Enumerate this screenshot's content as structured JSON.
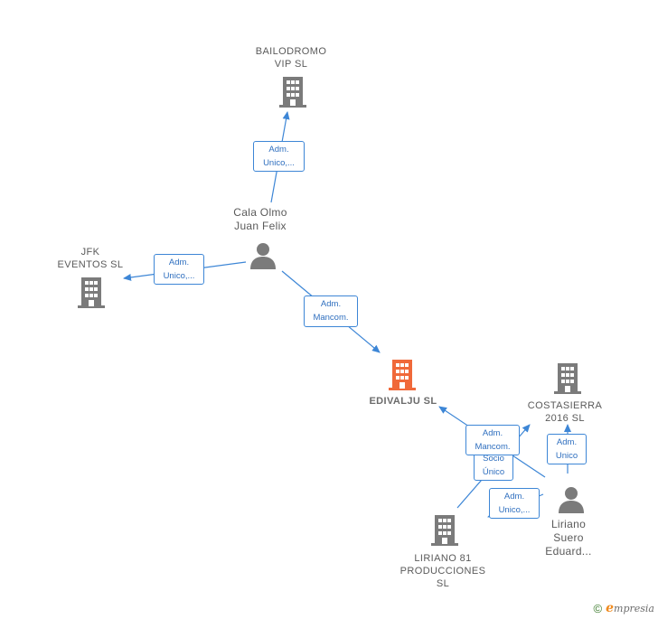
{
  "nodes": {
    "bailodromo": {
      "label": "BAILODROMO\nVIP  SL",
      "icon": "building-icon",
      "color": "#7b7b7b"
    },
    "jfk": {
      "label": "JFK\nEVENTOS  SL",
      "icon": "building-icon",
      "color": "#7b7b7b"
    },
    "edivalju": {
      "label": "EDIVALJU  SL",
      "icon": "building-icon",
      "color": "#f0693a"
    },
    "costasierra": {
      "label": "COSTASIERRA\n2016  SL",
      "icon": "building-icon",
      "color": "#7b7b7b"
    },
    "liriano81": {
      "label": "LIRIANO 81\nPRODUCCIONES\nSL",
      "icon": "building-icon",
      "color": "#7b7b7b"
    },
    "cala_olmo": {
      "label": "Cala Olmo\nJuan Felix",
      "icon": "person-icon",
      "color": "#7b7b7b"
    },
    "liriano_suero": {
      "label": "Liriano\nSuero\nEduard...",
      "icon": "person-icon",
      "color": "#7b7b7b"
    }
  },
  "edges": {
    "cala_to_bailodromo": "Adm.\nUnico,...",
    "cala_to_jfk": "Adm.\nUnico,...",
    "cala_to_edivalju": "Adm.\nMancom.",
    "liriano_to_edivalju": "Adm.\nMancom.",
    "liriano81_to_edivalju": "Socio\nÚnico",
    "liriano_to_costasierra": "Adm.\nUnico",
    "liriano_to_liriano81": "Adm.\nUnico,..."
  },
  "colors": {
    "edge": "#3d86d6",
    "accent": "#f0693a",
    "node": "#7b7b7b"
  },
  "footer": {
    "copyright": "©",
    "brand_e": "e",
    "brand_rest": "mpresia"
  }
}
